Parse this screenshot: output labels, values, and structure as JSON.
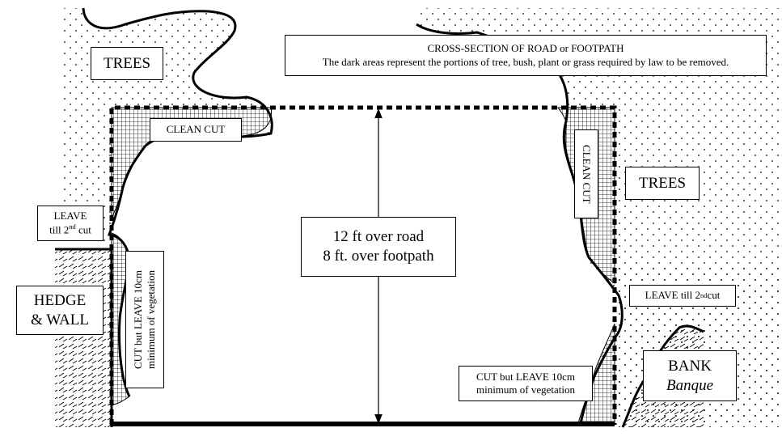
{
  "colors": {
    "ink": "#000000",
    "paper": "#ffffff"
  },
  "title_box": {
    "title": "CROSS-SECTION OF ROAD or FOOTPATH",
    "subtitle": "The dark areas represent the portions of tree, bush, plant or grass required by law to be removed."
  },
  "labels": {
    "trees_left": "TREES",
    "trees_right": "TREES",
    "clean_cut_top": "CLEAN CUT",
    "clean_cut_right": "CLEAN CUT",
    "leave_left_line1": "LEAVE",
    "leave_left_line2_pre": "till 2",
    "leave_left_sup": "nd",
    "leave_left_line2_post": " cut",
    "leave_right_pre": "LEAVE till 2",
    "leave_right_sup": "nd",
    "leave_right_post": " cut",
    "hedge_line1": "HEDGE",
    "hedge_line2": "& WALL",
    "cut_left_line1": "CUT but LEAVE 10cm",
    "cut_left_line2": "minimum of vegetation",
    "cut_bottom_line1": "CUT but LEAVE 10cm",
    "cut_bottom_line2": "minimum of vegetation",
    "bank": "BANK",
    "banque": "Banque",
    "clearance_line1": "12 ft over road",
    "clearance_line2": "8 ft. over footpath"
  }
}
